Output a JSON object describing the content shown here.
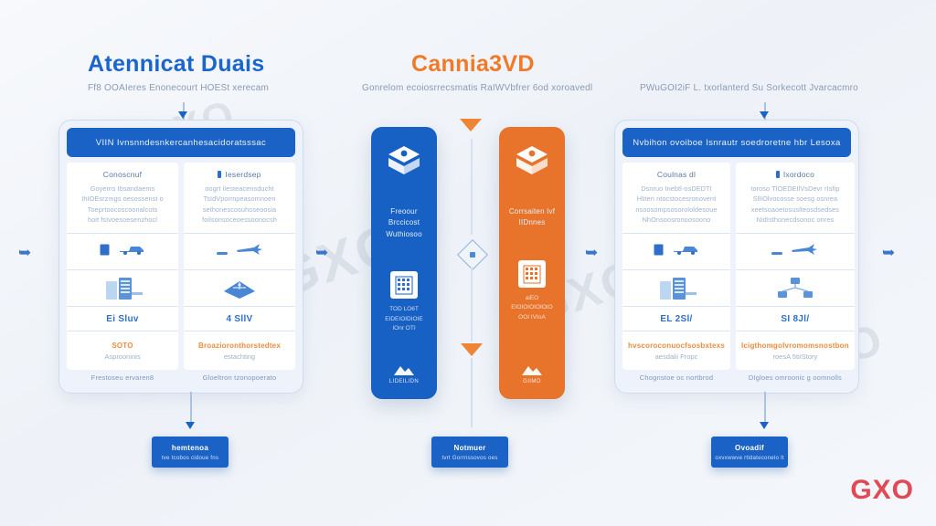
{
  "brand": {
    "name": "GXO",
    "color": "#e04a54"
  },
  "watermarks": [
    "GXO",
    "GXO",
    "GXO",
    "GXO"
  ],
  "headings": {
    "left_title": "Atennicat Duais",
    "left_subtitle": "Ff8 OOAIeres Enonecourt HOESt xerecam",
    "middle_title": "Cannia3VD",
    "middle_subtitle": "Gonrelom ecoiosrrecsmatis RaIWVbfrer 6od xoroavedl",
    "right_subtitle": "PWuGOI2iF L. txorlanterd Su Sorkecott Jvarcacmro"
  },
  "panels": [
    {
      "name": "left-panel",
      "header": "VIIN Ivnsnndesnkercanhesacidoratsssac",
      "columns": [
        {
          "title": "Conoscnuf",
          "body": "Goyems Ibsandaems\nIhIOEsrzmgs oesossenst o\nToeprtoocoscoonalcots\nhoit fsIvoesoesenzhocl",
          "value": "Ei Sluv",
          "note_highlight": "SOTO",
          "note_sub": "Asprooninis",
          "footer": "Frestoseu ervaren8"
        },
        {
          "title": "Ieserdsep",
          "body": "oogrt ilesteacensducht\nTsIdVpormpeasomnoen\nsethonescosuhoseoosia\nfoilsonsoceoessoonocsh",
          "value": "4 SllV",
          "note_highlight": "Broazioronthorstedtex",
          "note_sub": "estachting",
          "footer": "Gloeltron tzonopoerato"
        }
      ]
    },
    {
      "name": "right-panel",
      "header": "Nvbihon ovoiboe Isnrautr soedroretne hbr Lesoxa",
      "columns": [
        {
          "title": "Coulnas dl",
          "body": "Dsnruo Inebtl-osDEDTI\nHliten ntocstocesronovent\nnsoosompsosorololdesoue\nNhOnsoosronoosoono",
          "value": "EL 2Sl/",
          "note_highlight": "hvscoroconuocfsosbxtexs",
          "note_sub": "aesdalii Fropc",
          "footer": "Chognstoe oc nortbrod"
        },
        {
          "title": "Ixordoco",
          "body": "toroso TlOEDEIlVsDevr rIsfip\nSllIOlvocosse soesg osnrea\nxeetsoaoetosuslteosdsedses\nNidIsthonecdsonoc onres",
          "value": "SI 8Jl/",
          "note_highlight": "IcigthomgoIvromomsnostbon",
          "note_sub": "roesA 5tiIStory",
          "footer": "DIgloes omroonic g oomnolls"
        }
      ]
    }
  ],
  "center_cards": [
    {
      "name": "blue-card",
      "color": "#1760c4",
      "icon": "box-cube-icon",
      "label": "Freoour Brccicost\nWuthiosoo",
      "chip_icon": "building-grid-icon",
      "sub": "TOD LO6T\nEIDEIOIDIOIE\nIOnr OTI",
      "logo_icon": "mountain-logo-icon",
      "logo_text": "LIDEILIDN"
    },
    {
      "name": "orange-card",
      "color": "#e8732a",
      "icon": "box-cube-icon",
      "label": "Corrsaiten Ivf\nIIDnnes",
      "chip_icon": "building-grid-icon",
      "sub": "aiEO\nEIOIOIOIOIOIO\nOOI IVIoA",
      "logo_icon": "mountain-logo-icon",
      "logo_text": "GIIMO"
    }
  ],
  "buttons": [
    {
      "name": "left-button",
      "title": "hemtenoa",
      "subtitle": "tve tcobos cidoue fns"
    },
    {
      "name": "center-button",
      "title": "Notmuer",
      "subtitle": "tvrt Gorrnssovos oes"
    },
    {
      "name": "right-button",
      "title": "Ovoadif",
      "subtitle": "oxvxwwve rtldateconelo lt"
    }
  ],
  "connectors": {
    "diamond_marker": "decision-diamond",
    "orange_triangle_top": "orange-triangle-down",
    "orange_triangle_mid": "orange-triangle-down",
    "side_arrow_glyph": "➥"
  }
}
